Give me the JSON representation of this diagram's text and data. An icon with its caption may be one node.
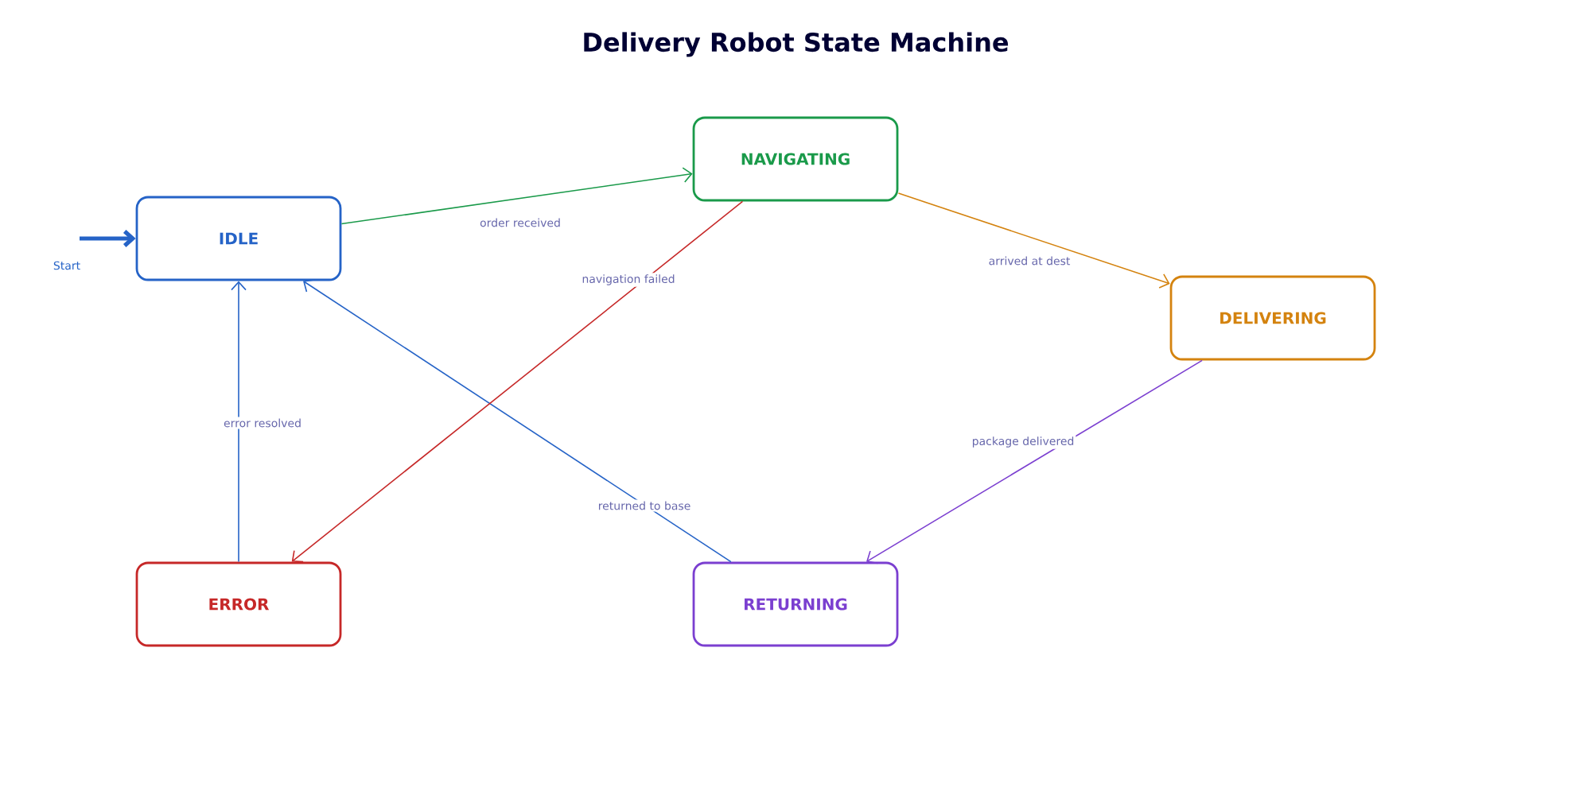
{
  "diagram": {
    "title": "Delivery Robot State Machine",
    "nodes": [
      {
        "text": [
          "IDLE"
        ]
      },
      {
        "text": [
          "NAVIGATING"
        ]
      },
      {
        "text": [
          "DELIVERING"
        ]
      },
      {
        "text": [
          "RETURNING"
        ]
      },
      {
        "text": [
          "ERROR"
        ]
      }
    ],
    "edges": [
      {
        "from": null,
        "to": 0,
        "arrow": "to",
        "label": "Start",
        "style": "thick",
        "color": "#2563c7"
      },
      {
        "from": 0,
        "to": 1,
        "arrow": "to",
        "label": "order received",
        "color": "#1a9a4a"
      },
      {
        "from": 1,
        "to": 2,
        "arrow": "to",
        "label": "arrived at dest",
        "color": "#d4830f"
      },
      {
        "from": 2,
        "to": 3,
        "arrow": "to",
        "label": "package delivered",
        "color": "#7b3fd0"
      },
      {
        "from": 3,
        "to": 0,
        "arrow": "to",
        "label": "returned to base",
        "color": "#2563c7"
      },
      {
        "from": 1,
        "to": 4,
        "arrow": "to",
        "label": "navigation failed",
        "color": "#c62828"
      },
      {
        "from": 4,
        "to": 0,
        "arrow": "to",
        "label": "error resolved",
        "color": "#2563c7"
      }
    ]
  }
}
